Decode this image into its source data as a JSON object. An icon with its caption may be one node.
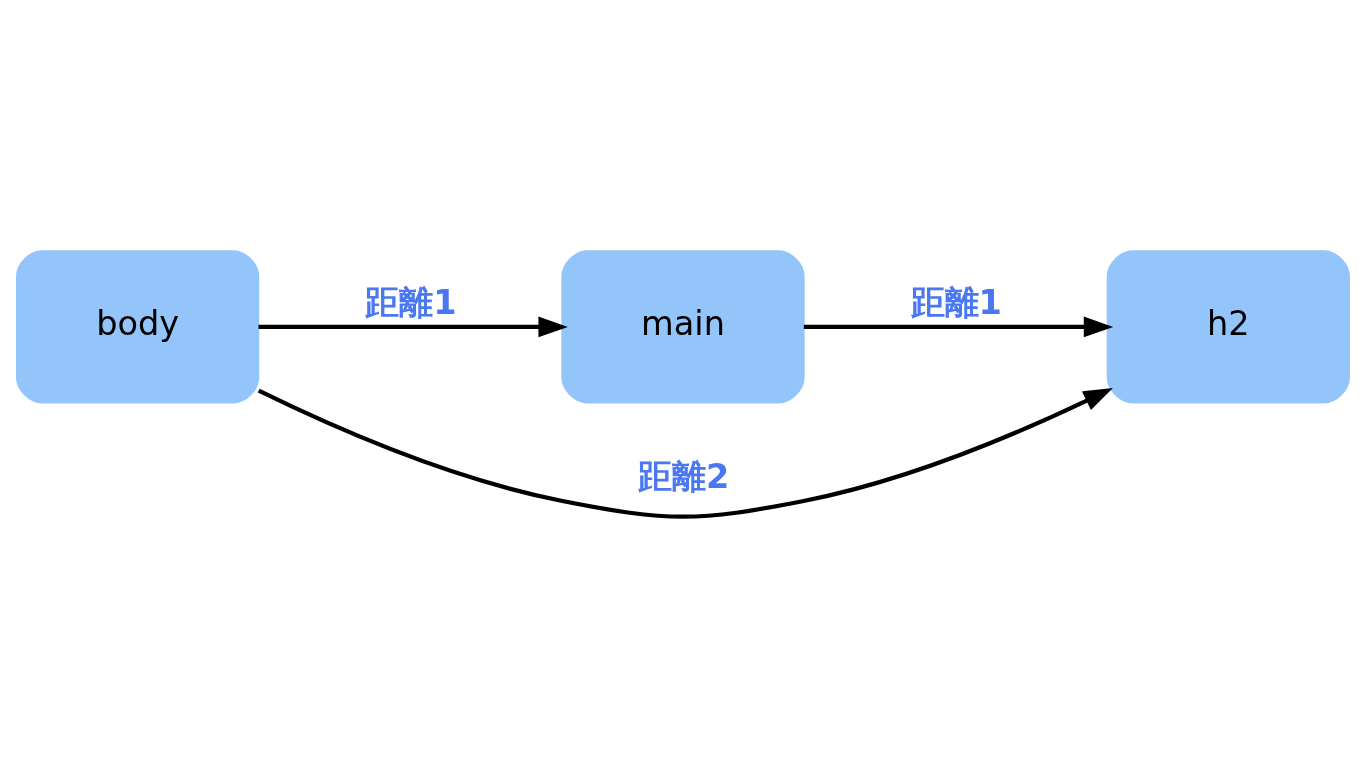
{
  "diagram": {
    "nodes": [
      {
        "text": [
          "body"
        ]
      },
      {
        "text": [
          "main"
        ]
      },
      {
        "text": [
          "h2"
        ]
      }
    ],
    "edges": [
      {
        "from": 0,
        "to": 1,
        "arrow": "to",
        "label": "距離1"
      },
      {
        "from": 1,
        "to": 2,
        "arrow": "to",
        "label": "距離1"
      },
      {
        "from": 0,
        "to": 2,
        "arrow": "to",
        "label": "距離2"
      }
    ]
  }
}
